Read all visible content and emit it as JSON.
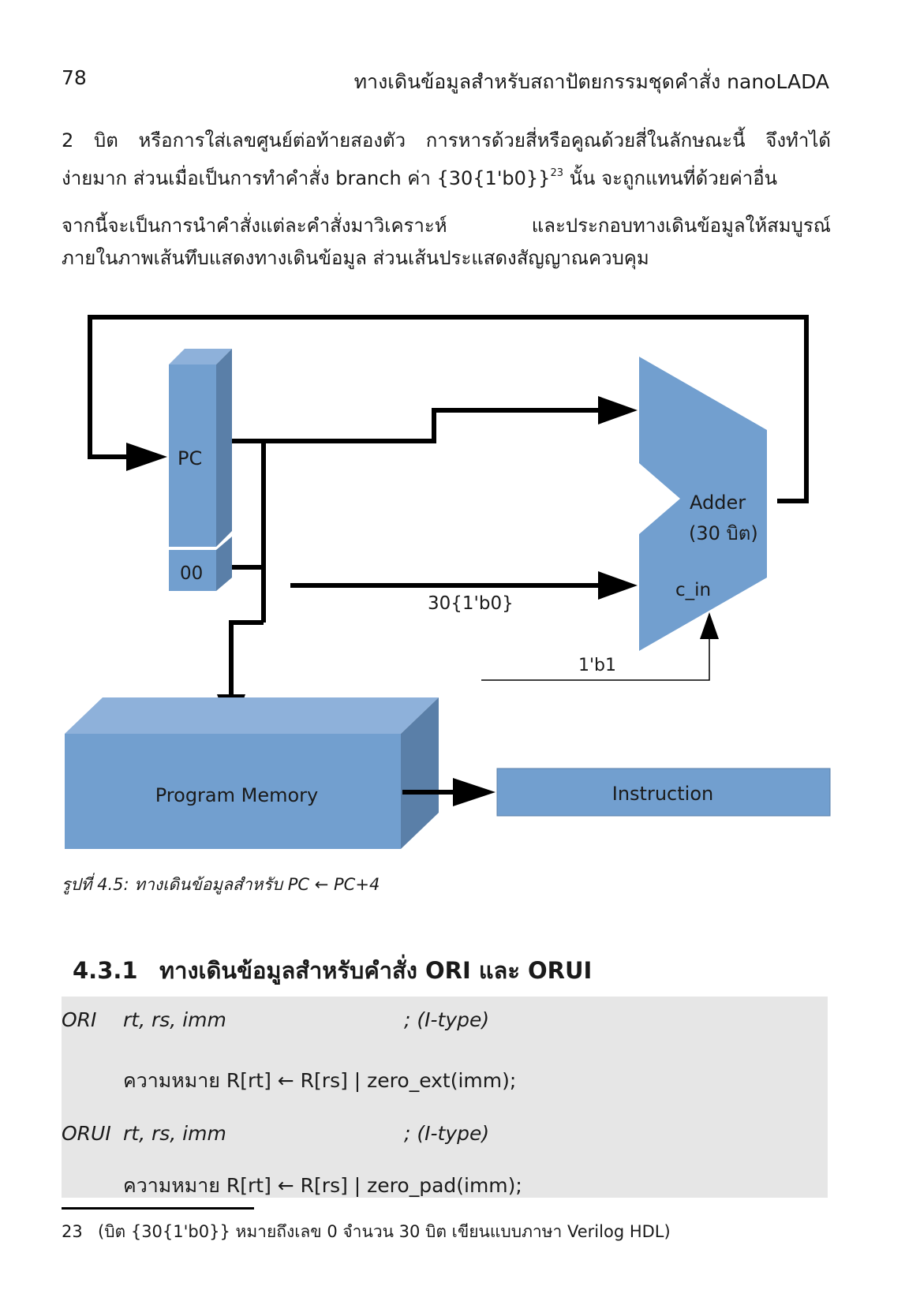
{
  "header": {
    "page_number": "78",
    "running_title": "ทางเดินข้อมูลสำหรับสถาปัตยกรรมชุดคำสั่ง nanoLADA"
  },
  "paragraph1": {
    "line1": "2 บิต หรือการใส่เลขศูนย์ต่อท้ายสองตัว การหารด้วยสี่หรือคูณด้วยสี่ในลักษณะนี้ จึงทำได้",
    "line2_before": "ง่ายมาก ส่วนเมื่อเป็นการทำคำสั่ง branch ค่า {30{1'b0}}",
    "footnote_ref": "23",
    "line2_after": " นั้น จะถูกแทนที่ด้วยค่าอื่น"
  },
  "paragraph2": {
    "line1": "จากนี้จะเป็นการนำคำสั่งแต่ละคำสั่งมาวิเคราะห์ และประกอบทางเดินข้อมูลให้สมบูรณ์",
    "line2": "ภายในภาพเส้นทึบแสดงทางเดินข้อมูล ส่วนเส้นประแสดงสัญญาณควบคุม"
  },
  "diagram": {
    "pc_label": "PC",
    "low_bits_label": "00",
    "adder_label": "Adder",
    "adder_width_label": "(30 บิต)",
    "carry_in_label": "c_in",
    "constant_input_label": "30{1'b0}",
    "carry_value_label": "1'b1",
    "memory_label": "Program Memory",
    "instruction_label": "Instruction",
    "colors": {
      "block_fill": "#729fcf",
      "block_top": "#8eb1da",
      "block_side": "#5a7fa8",
      "wire": "#000000"
    }
  },
  "caption": "รูปที่ 4.5: ทางเดินข้อมูลสำหรับ PC ← PC+4",
  "section": {
    "number": "4.3.1",
    "title": "ทางเดินข้อมูลสำหรับคำสั่ง ORI และ ORUI"
  },
  "code": {
    "ori_mnemonic": "ORI",
    "ori_operands": "rt, rs, imm",
    "ori_type": "; (I-type)",
    "ori_meaning": "ความหมาย R[rt] ← R[rs] | zero_ext(imm);",
    "orui_mnemonic": "ORUI",
    "orui_operands": "rt, rs, imm",
    "orui_type": "; (I-type)",
    "orui_meaning": "ความหมาย R[rt] ← R[rs] | zero_pad(imm);"
  },
  "footnote": {
    "number": "23",
    "text": "(บิต {30{1'b0}} หมายถึงเลข 0 จำนวน 30 บิต เขียนแบบภาษา Verilog HDL)"
  }
}
